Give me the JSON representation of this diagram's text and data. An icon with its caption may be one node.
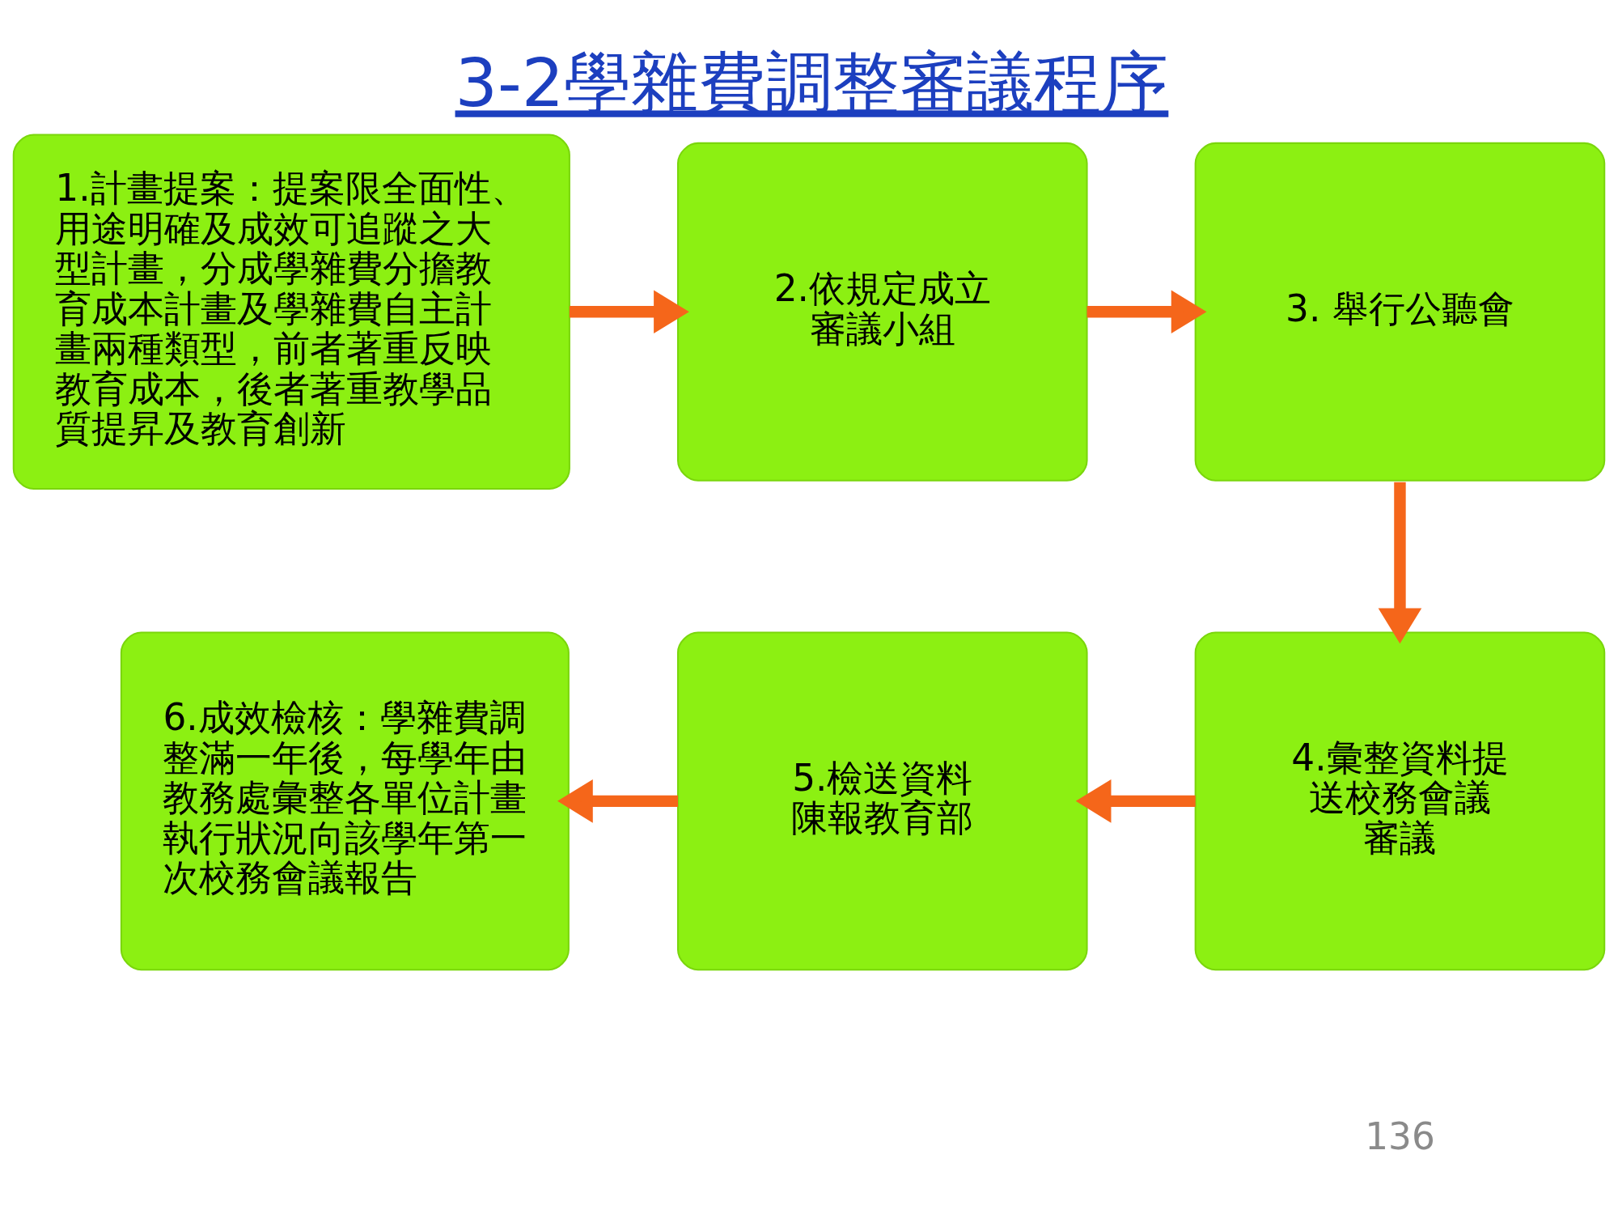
{
  "diagram": {
    "title": "3-2學雜費調整審議程序",
    "nodes": [
      {
        "text": [
          "1.計畫提案：提案限全面性、用途明確及成效可追蹤之大型計畫，分成學雜費分擔教育成本計畫及學雜費自主計畫兩種類型，前者著重反映教育成本，後者著重教學品質提昇及教育創新"
        ]
      },
      {
        "text": [
          "2.依規定成立審議小組"
        ]
      },
      {
        "text": [
          "3. 舉行公聽會"
        ]
      },
      {
        "text": [
          "4.彙整資料提送校務會議審議"
        ]
      },
      {
        "text": [
          "5.檢送資料陳報教育部"
        ]
      },
      {
        "text": [
          "6.成效檢核：學雜費調整滿一年後，每學年由教務處彙整各單位計畫執行狀況向該學年第一次校務會議報告"
        ]
      }
    ],
    "edges": [
      {
        "from": 0,
        "to": 1,
        "arrow": "to"
      },
      {
        "from": 1,
        "to": 2,
        "arrow": "to"
      },
      {
        "from": 2,
        "to": 3,
        "arrow": "to"
      },
      {
        "from": 3,
        "to": 4,
        "arrow": "to"
      },
      {
        "from": 4,
        "to": 5,
        "arrow": "to"
      }
    ],
    "labels": [
      "136"
    ]
  }
}
